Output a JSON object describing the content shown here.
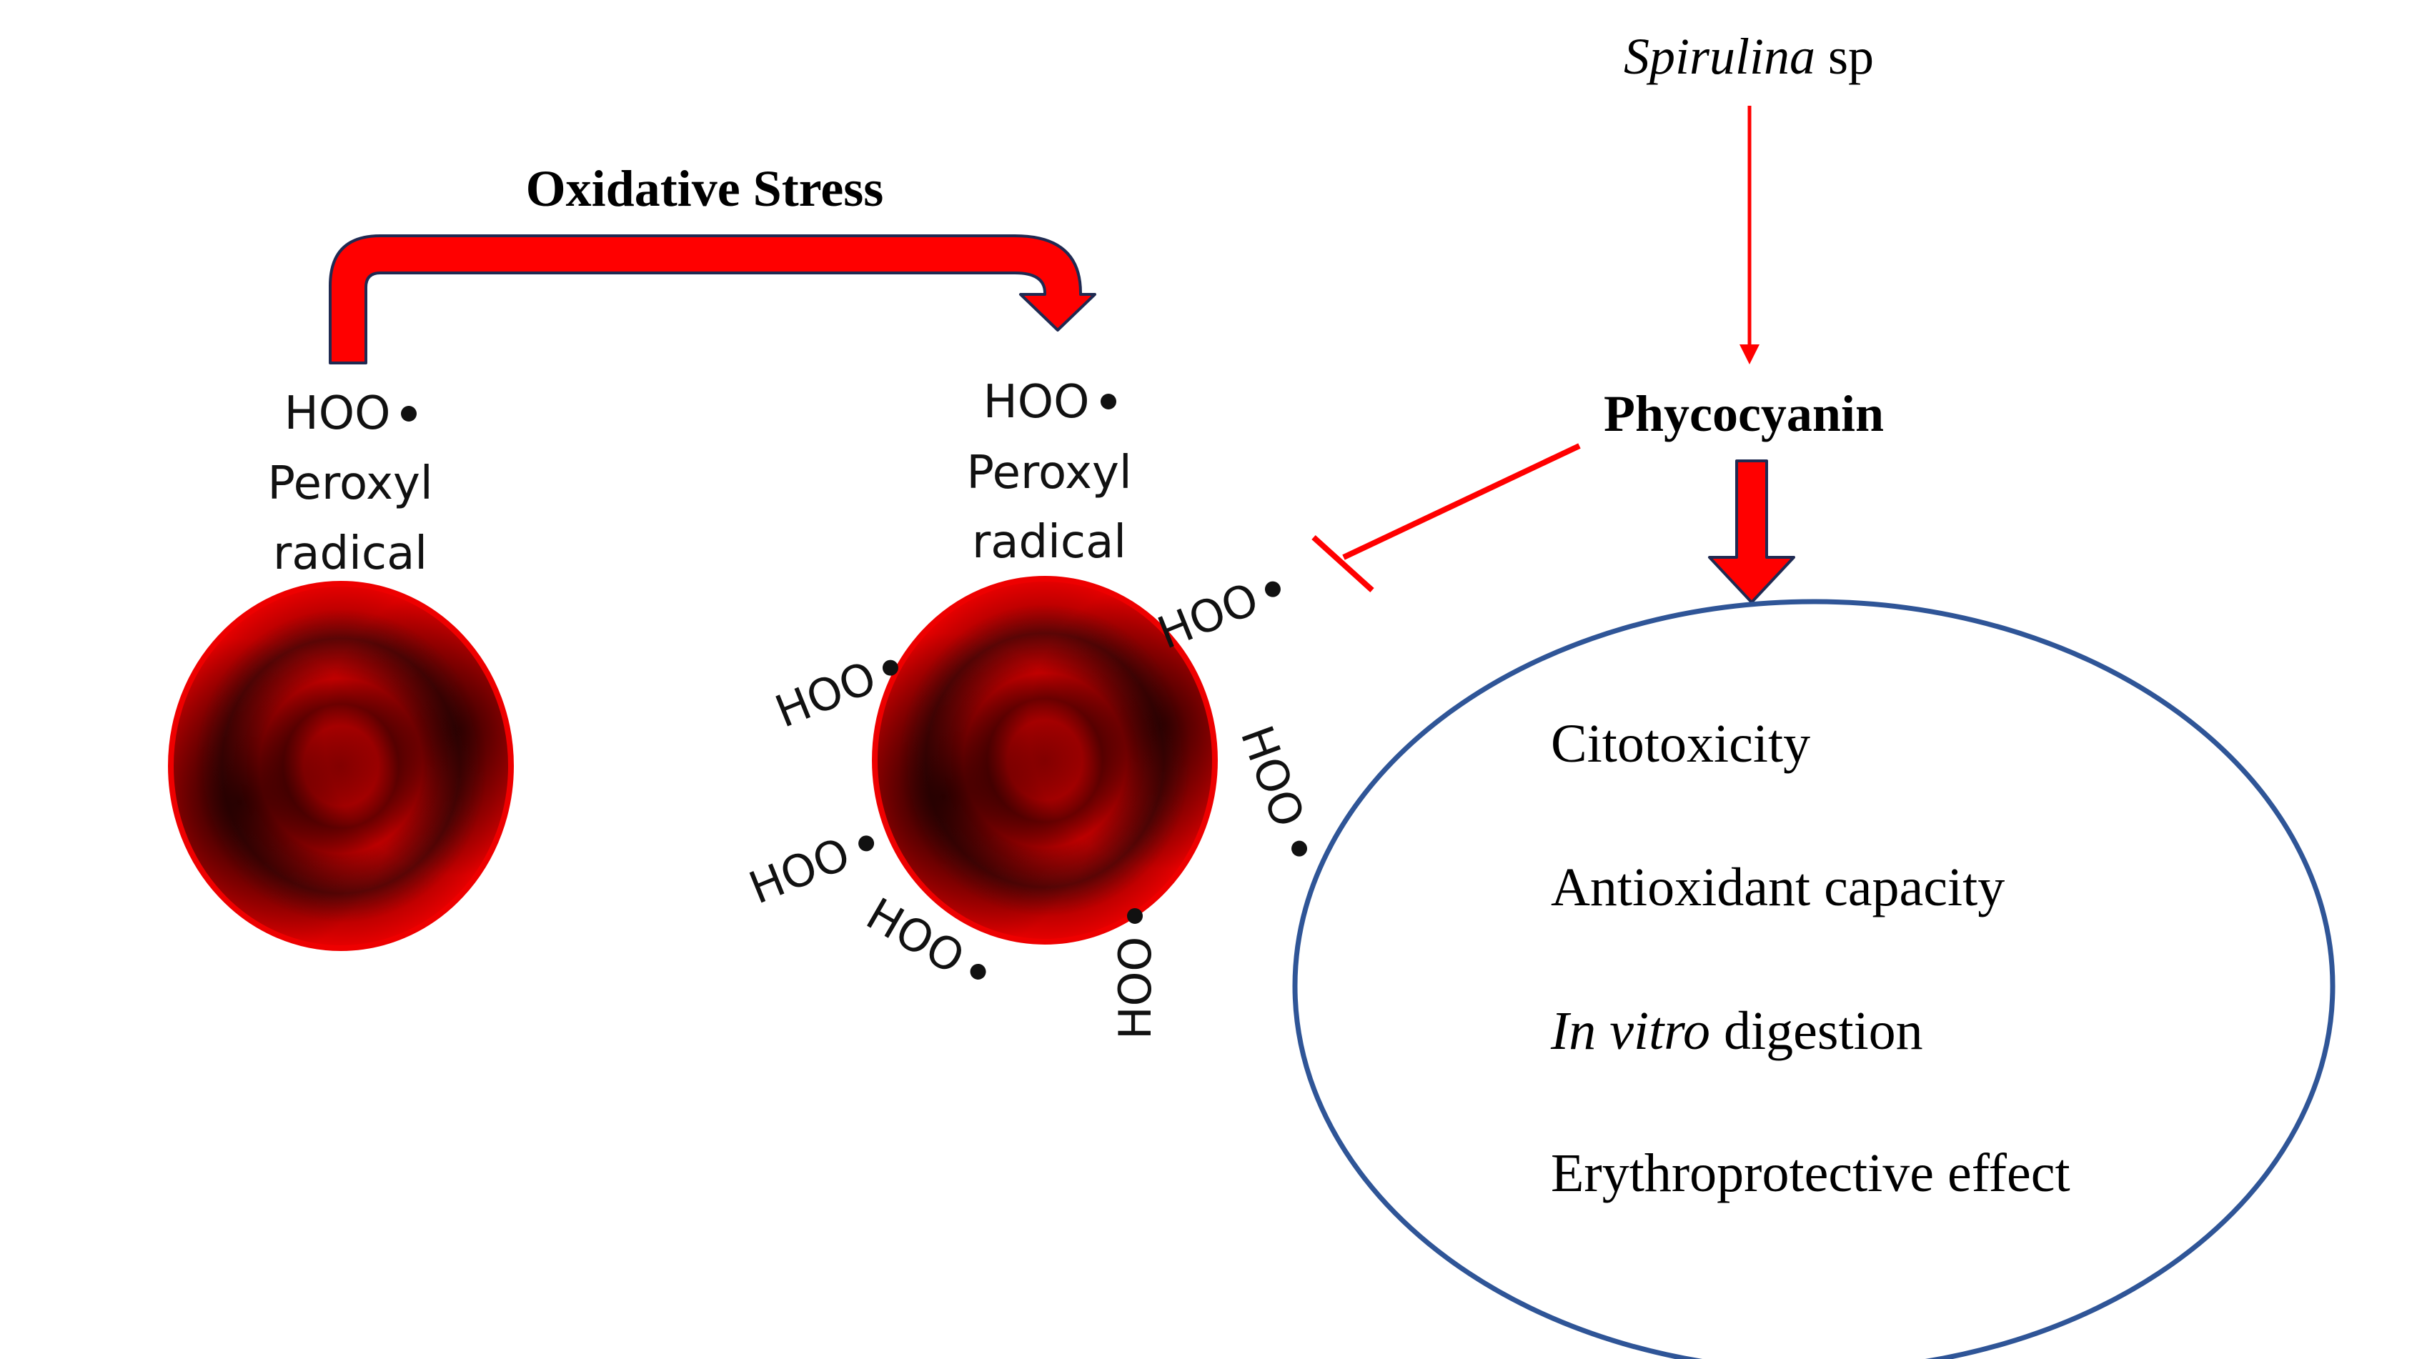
{
  "title": "Oxidative Stress",
  "source": {
    "italic": "Spirulina",
    "rest": " sp"
  },
  "compound": "Phycocyanin",
  "radical_formula": "HOO",
  "radical_name_line1": "Peroxyl",
  "radical_name_line2": "radical",
  "cell_radicals": [
    "HOO",
    "HOO",
    "HOO",
    "HOO",
    "HOO",
    "HOO"
  ],
  "effects": [
    {
      "italic": "",
      "text": "Citotoxicity"
    },
    {
      "italic": "",
      "text": "Antioxidant capacity"
    },
    {
      "italic": "In vitro",
      "text": " digestion"
    },
    {
      "italic": "",
      "text": "Erythroprotective effect"
    }
  ],
  "colors": {
    "arrow_red": "#ff0000",
    "arrow_outline": "#1f2a52",
    "ellipse_stroke": "#2f5597",
    "cell_red": "#d40000",
    "cell_dark": "#2a0000"
  }
}
